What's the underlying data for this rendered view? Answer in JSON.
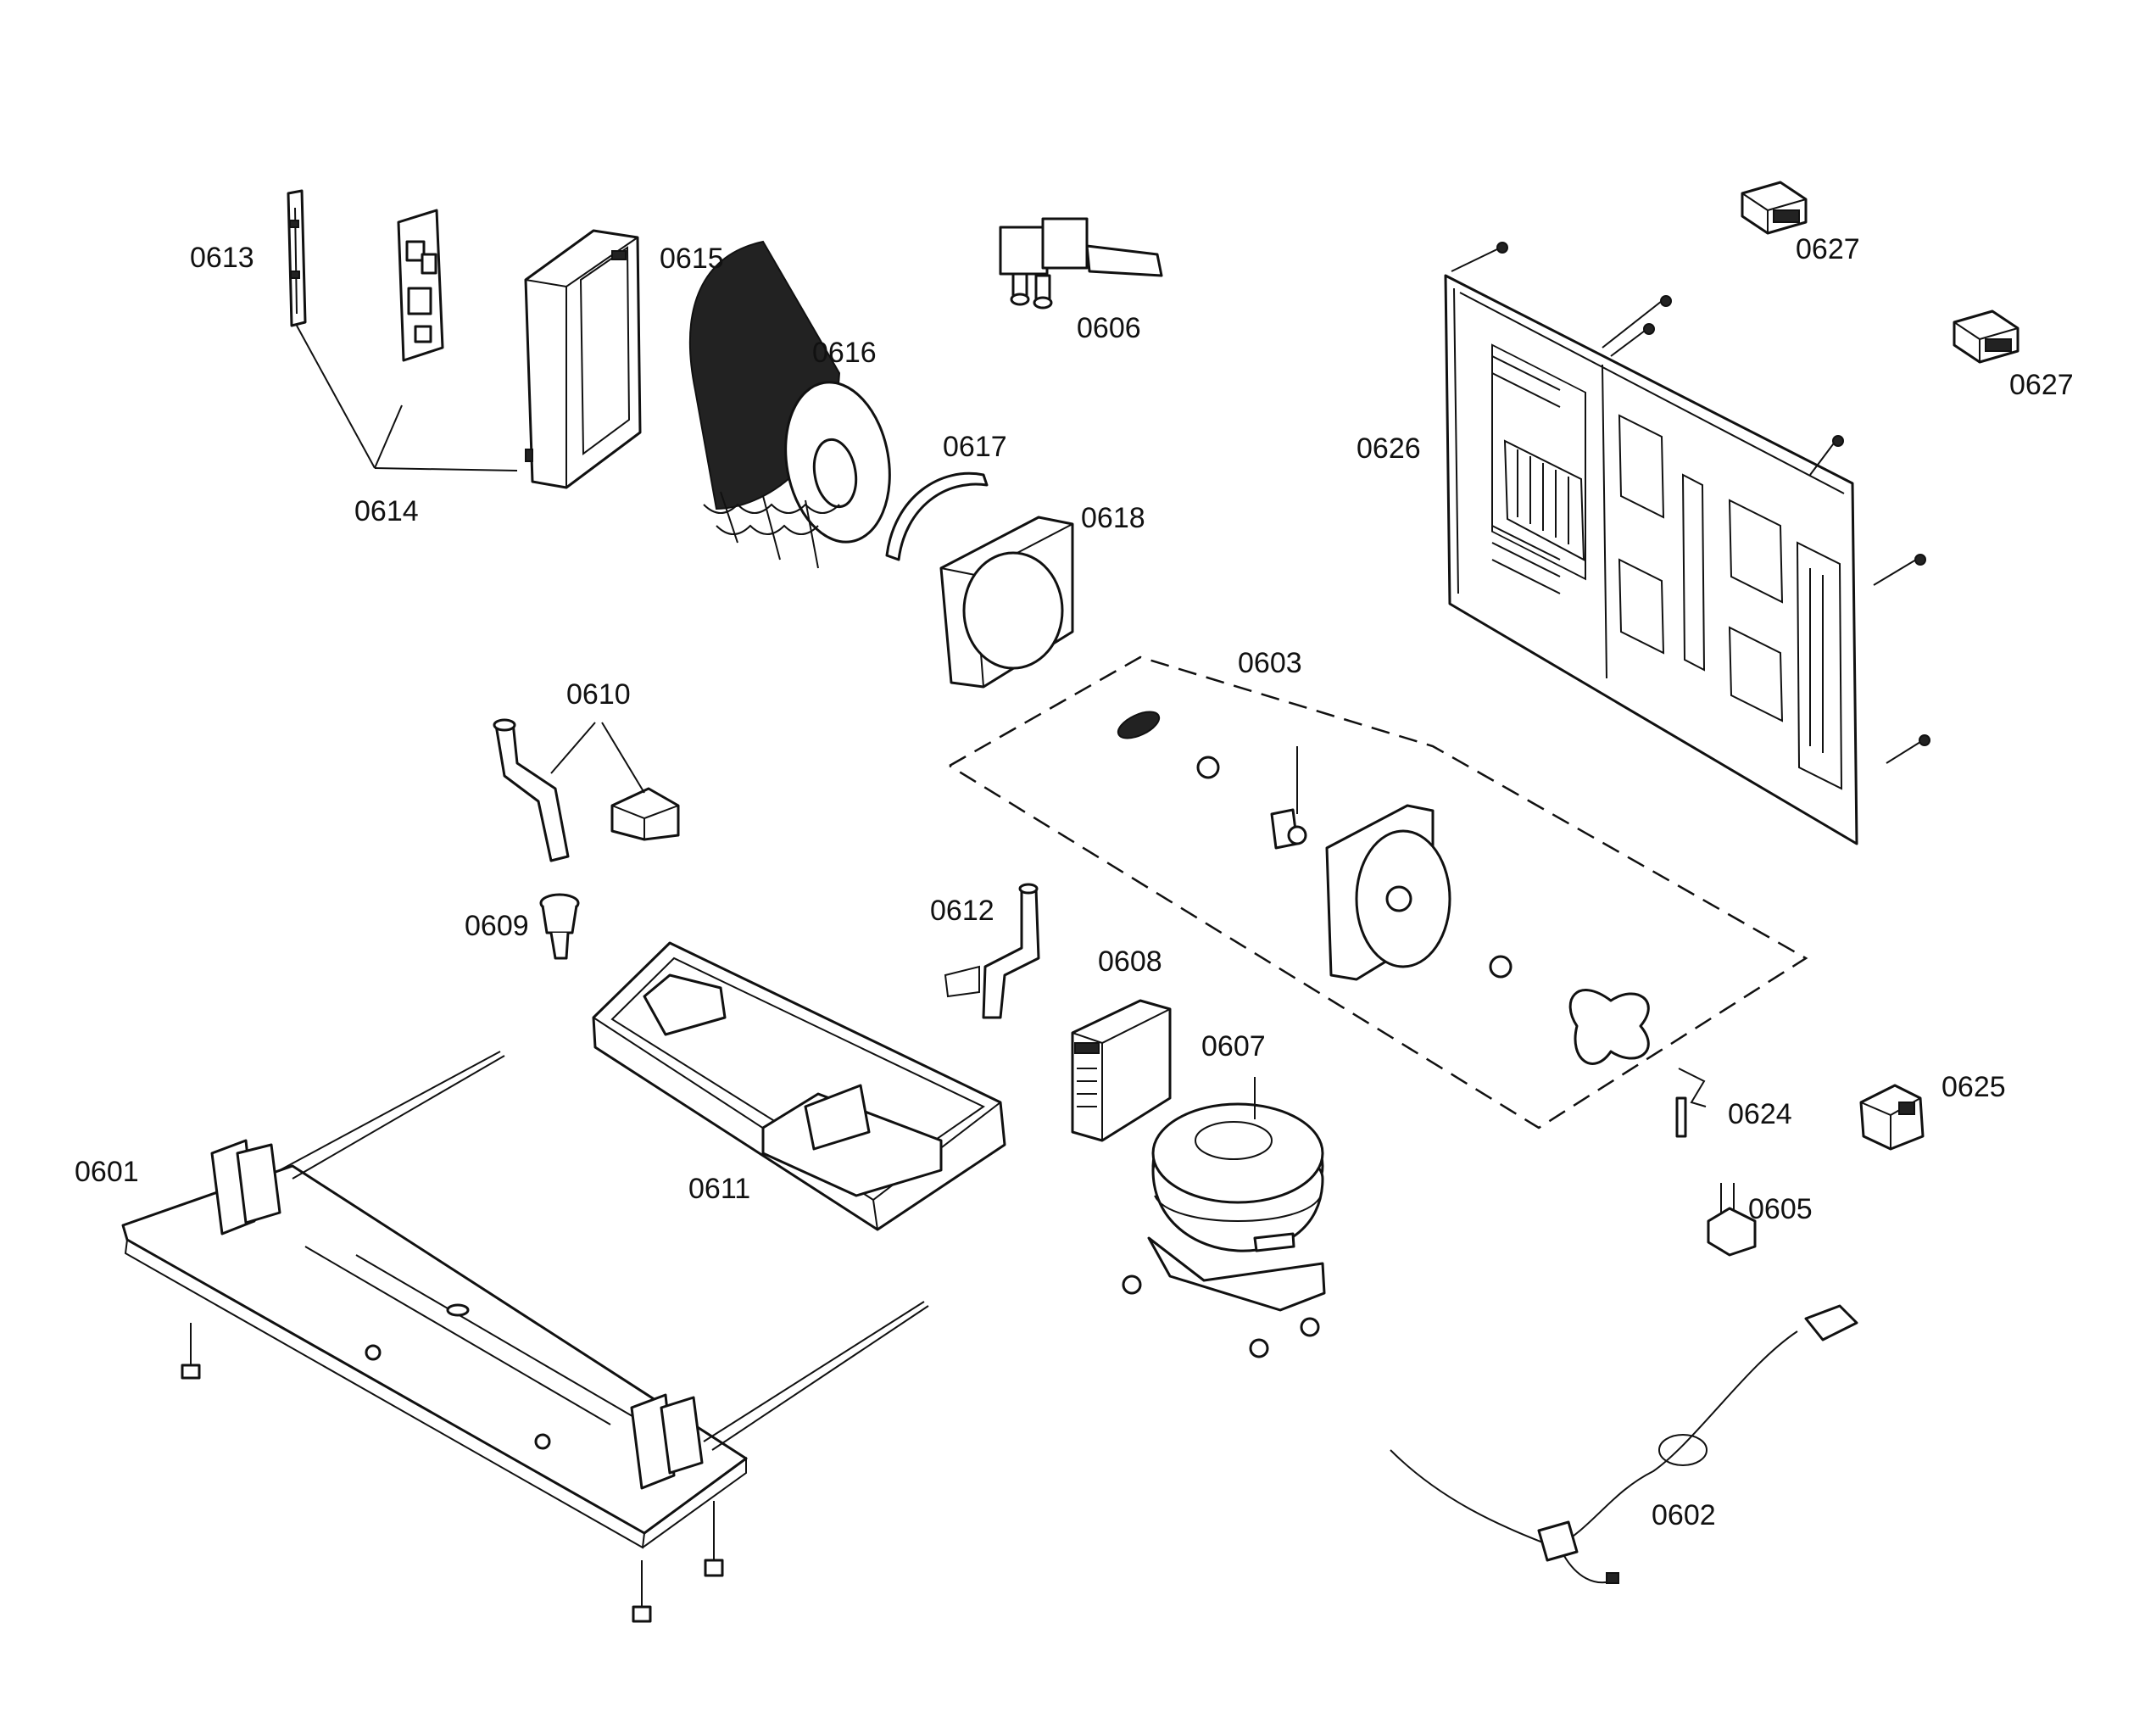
{
  "parts": [
    {
      "key": "p0601",
      "label": "0601"
    },
    {
      "key": "p0602",
      "label": "0602"
    },
    {
      "key": "p0603",
      "label": "0603"
    },
    {
      "key": "p0605",
      "label": "0605"
    },
    {
      "key": "p0606",
      "label": "0606"
    },
    {
      "key": "p0607",
      "label": "0607"
    },
    {
      "key": "p0608",
      "label": "0608"
    },
    {
      "key": "p0609",
      "label": "0609"
    },
    {
      "key": "p0610",
      "label": "0610"
    },
    {
      "key": "p0611",
      "label": "0611"
    },
    {
      "key": "p0612",
      "label": "0612"
    },
    {
      "key": "p0613",
      "label": "0613"
    },
    {
      "key": "p0614",
      "label": "0614"
    },
    {
      "key": "p0615",
      "label": "0615"
    },
    {
      "key": "p0616",
      "label": "0616"
    },
    {
      "key": "p0617",
      "label": "0617"
    },
    {
      "key": "p0618",
      "label": "0618"
    },
    {
      "key": "p0624",
      "label": "0624"
    },
    {
      "key": "p0625",
      "label": "0625"
    },
    {
      "key": "p0626",
      "label": "0626"
    },
    {
      "key": "p0627a",
      "label": "0627"
    },
    {
      "key": "p0627b",
      "label": "0627"
    }
  ]
}
